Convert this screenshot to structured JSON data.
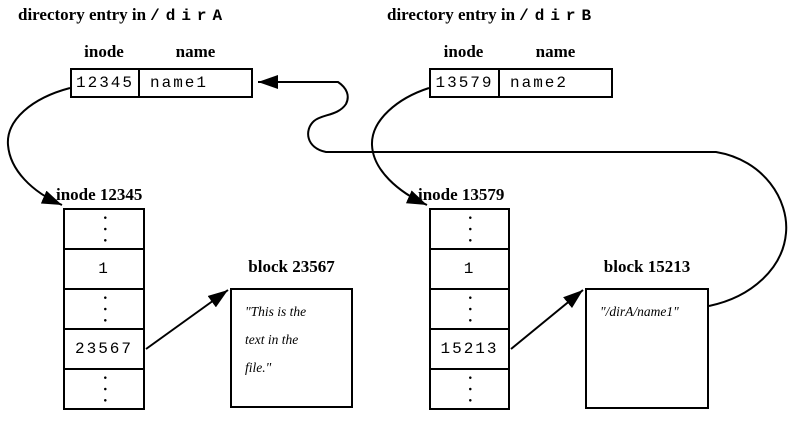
{
  "figure": {
    "background": "#ffffff",
    "ink": "#000000"
  },
  "glyphs": {
    "vertical_ellipsis": "···"
  },
  "dir_a": {
    "title_prefix": "directory entry in",
    "title_path": "/dirA",
    "header_inode": "inode",
    "header_name": "name",
    "entry_inode": "12345",
    "entry_name": "name1"
  },
  "dir_b": {
    "title_prefix": "directory entry in",
    "title_path": "/dirB",
    "header_inode": "inode",
    "header_name": "name",
    "entry_inode": "13579",
    "entry_name": "name2"
  },
  "inode_a": {
    "label": "inode 12345",
    "link_count": "1",
    "block_number": "23567"
  },
  "inode_b": {
    "label": "inode 13579",
    "link_count": "1",
    "block_number": "15213"
  },
  "block_a": {
    "label": "block 23567",
    "lines": [
      "\"This is the",
      "text in the",
      "file.\""
    ]
  },
  "block_b": {
    "label": "block 15213",
    "lines": [
      "\"/dirA/name1\""
    ]
  }
}
